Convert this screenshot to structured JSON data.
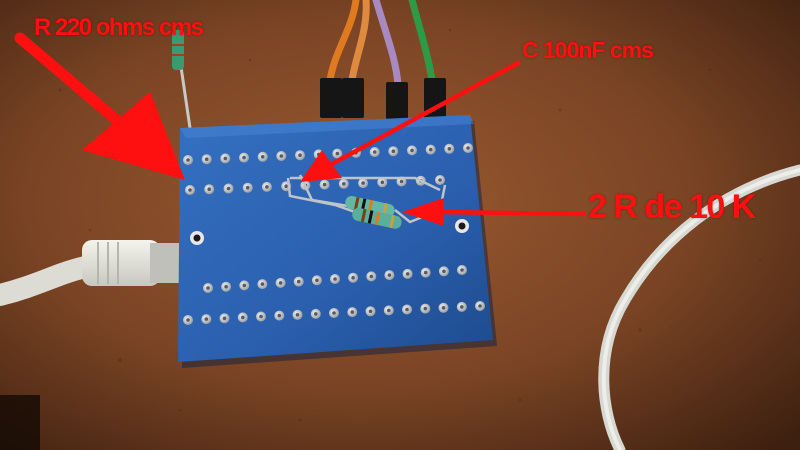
{
  "annotations": {
    "resistor_220": "R 220 ohms cms",
    "capacitor_100nf": "C 100nF cms",
    "resistors_10k": "2 R de 10 K"
  },
  "colors": {
    "wood_table": "#6b3a1f",
    "pcb_blue": "#2a5fae",
    "annotation_red": "#ff1010",
    "usb_cable": "#e8e8e2",
    "wire_orange": "#e07a20",
    "wire_purple": "#a88ac0",
    "wire_green": "#2e9a48"
  }
}
